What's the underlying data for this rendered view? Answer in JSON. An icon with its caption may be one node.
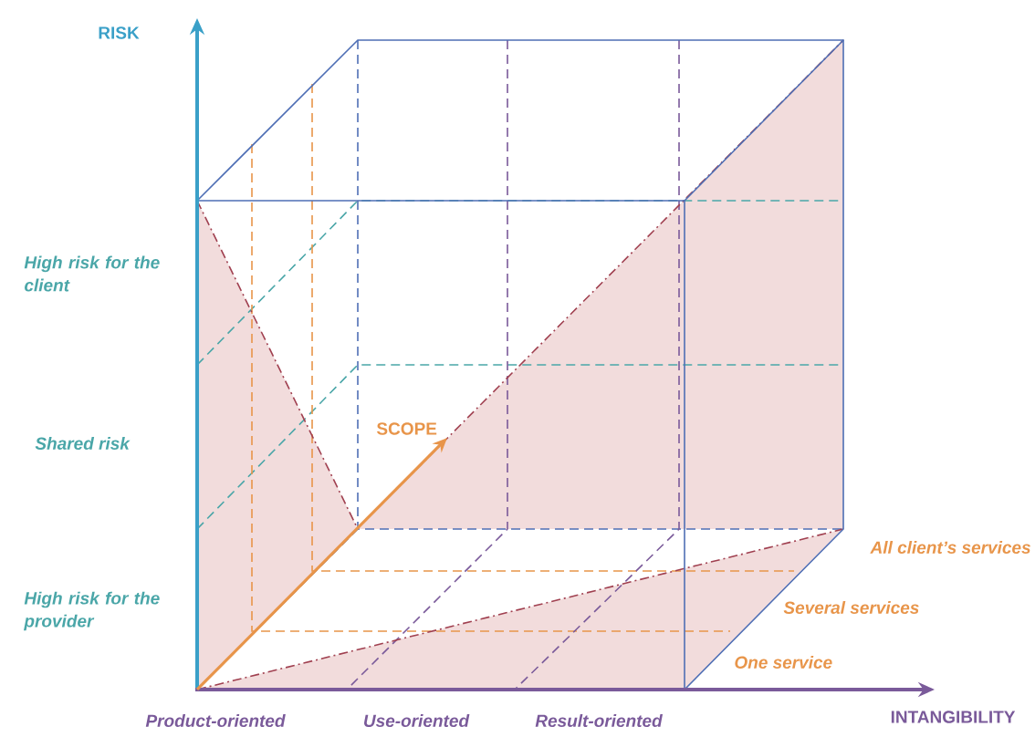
{
  "diagram": {
    "labels": [
      "RISK",
      "High risk for the client",
      "Shared risk",
      "SCOPE",
      "All client’s services",
      "Several services",
      "High risk for the provider",
      "One service",
      "Product-oriented",
      "Use-oriented",
      "Result-oriented",
      "INTANGIBILITY"
    ]
  }
}
